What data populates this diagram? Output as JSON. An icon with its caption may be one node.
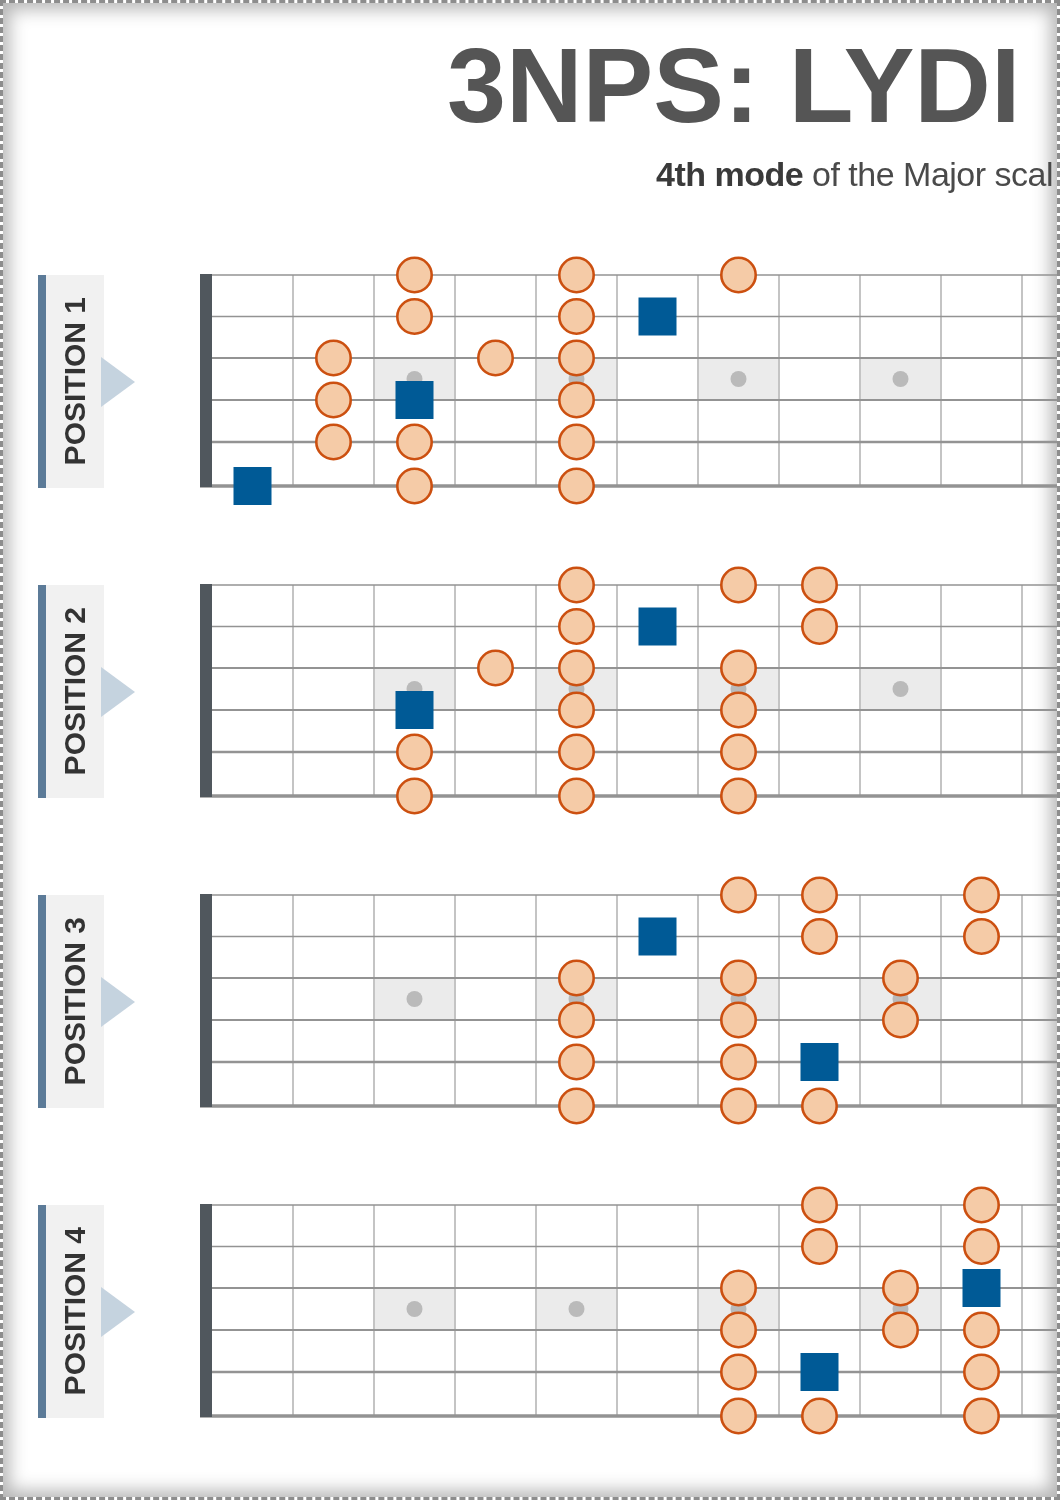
{
  "diagram": {
    "title": "3NPS: LYDI",
    "nodes": [
      {
        "text": [
          "POSITION 1"
        ]
      },
      {
        "text": [
          "POSITION 2"
        ]
      },
      {
        "text": [
          "POSITION 3"
        ]
      },
      {
        "text": [
          "POSITION 4"
        ]
      }
    ],
    "labels": [
      "**4th mode** of the Major scal"
    ]
  }
}
